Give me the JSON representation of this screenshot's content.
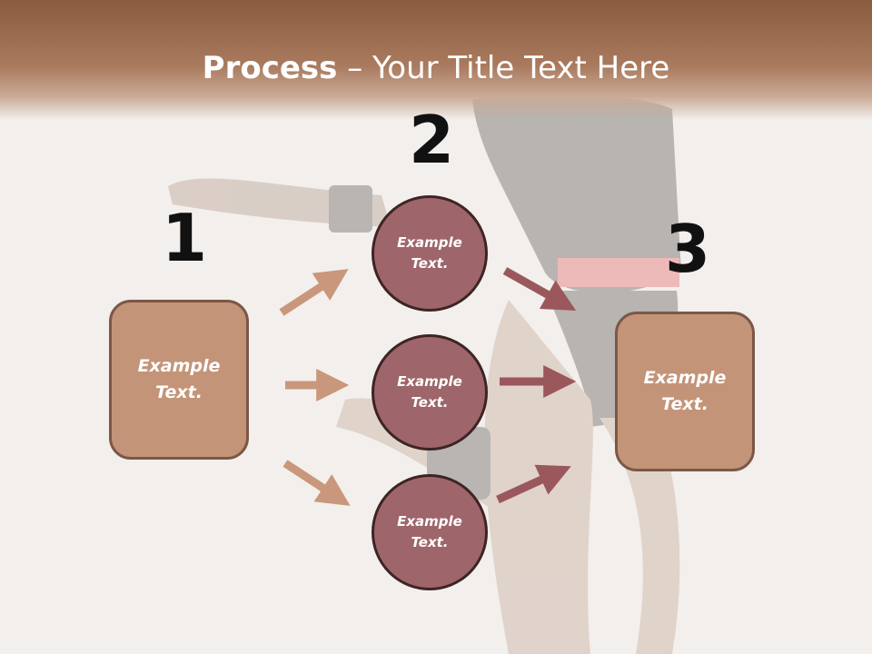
{
  "title": {
    "bold": "Process",
    "separator": " – ",
    "rest": "Your Title Text Here"
  },
  "steps": [
    {
      "number": "1",
      "text": "Example Text."
    },
    {
      "number": "2",
      "items": [
        "Example Text.",
        "Example Text.",
        "Example Text."
      ]
    },
    {
      "number": "3",
      "text": "Example Text."
    }
  ],
  "colors": {
    "header": "#8a5b3f",
    "box_fill": "#c39478",
    "box_border": "#7c5747",
    "circle_fill": "#9e666a",
    "circle_border": "#3e2424",
    "arrow_light": "#c9977b",
    "arrow_dark": "#9a585c"
  }
}
